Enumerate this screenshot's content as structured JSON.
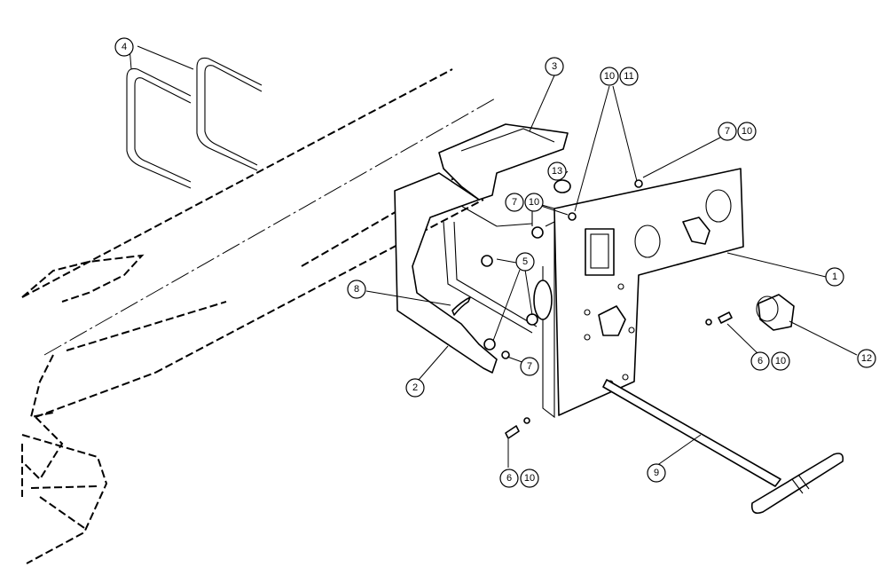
{
  "diagram": {
    "callouts": [
      {
        "id": "c4",
        "label": "4"
      },
      {
        "id": "c3",
        "label": "3"
      },
      {
        "id": "c10a",
        "label": "10"
      },
      {
        "id": "c11",
        "label": "11"
      },
      {
        "id": "c7a",
        "label": "7"
      },
      {
        "id": "c10b",
        "label": "10"
      },
      {
        "id": "c13",
        "label": "13"
      },
      {
        "id": "c7b",
        "label": "7"
      },
      {
        "id": "c10c",
        "label": "10"
      },
      {
        "id": "c5",
        "label": "5"
      },
      {
        "id": "c8",
        "label": "8"
      },
      {
        "id": "c1",
        "label": "1"
      },
      {
        "id": "c12",
        "label": "12"
      },
      {
        "id": "c6a",
        "label": "6"
      },
      {
        "id": "c10d",
        "label": "10"
      },
      {
        "id": "c7c",
        "label": "7"
      },
      {
        "id": "c2",
        "label": "2"
      },
      {
        "id": "c6b",
        "label": "6"
      },
      {
        "id": "c10e",
        "label": "10"
      },
      {
        "id": "c9",
        "label": "9"
      }
    ]
  }
}
